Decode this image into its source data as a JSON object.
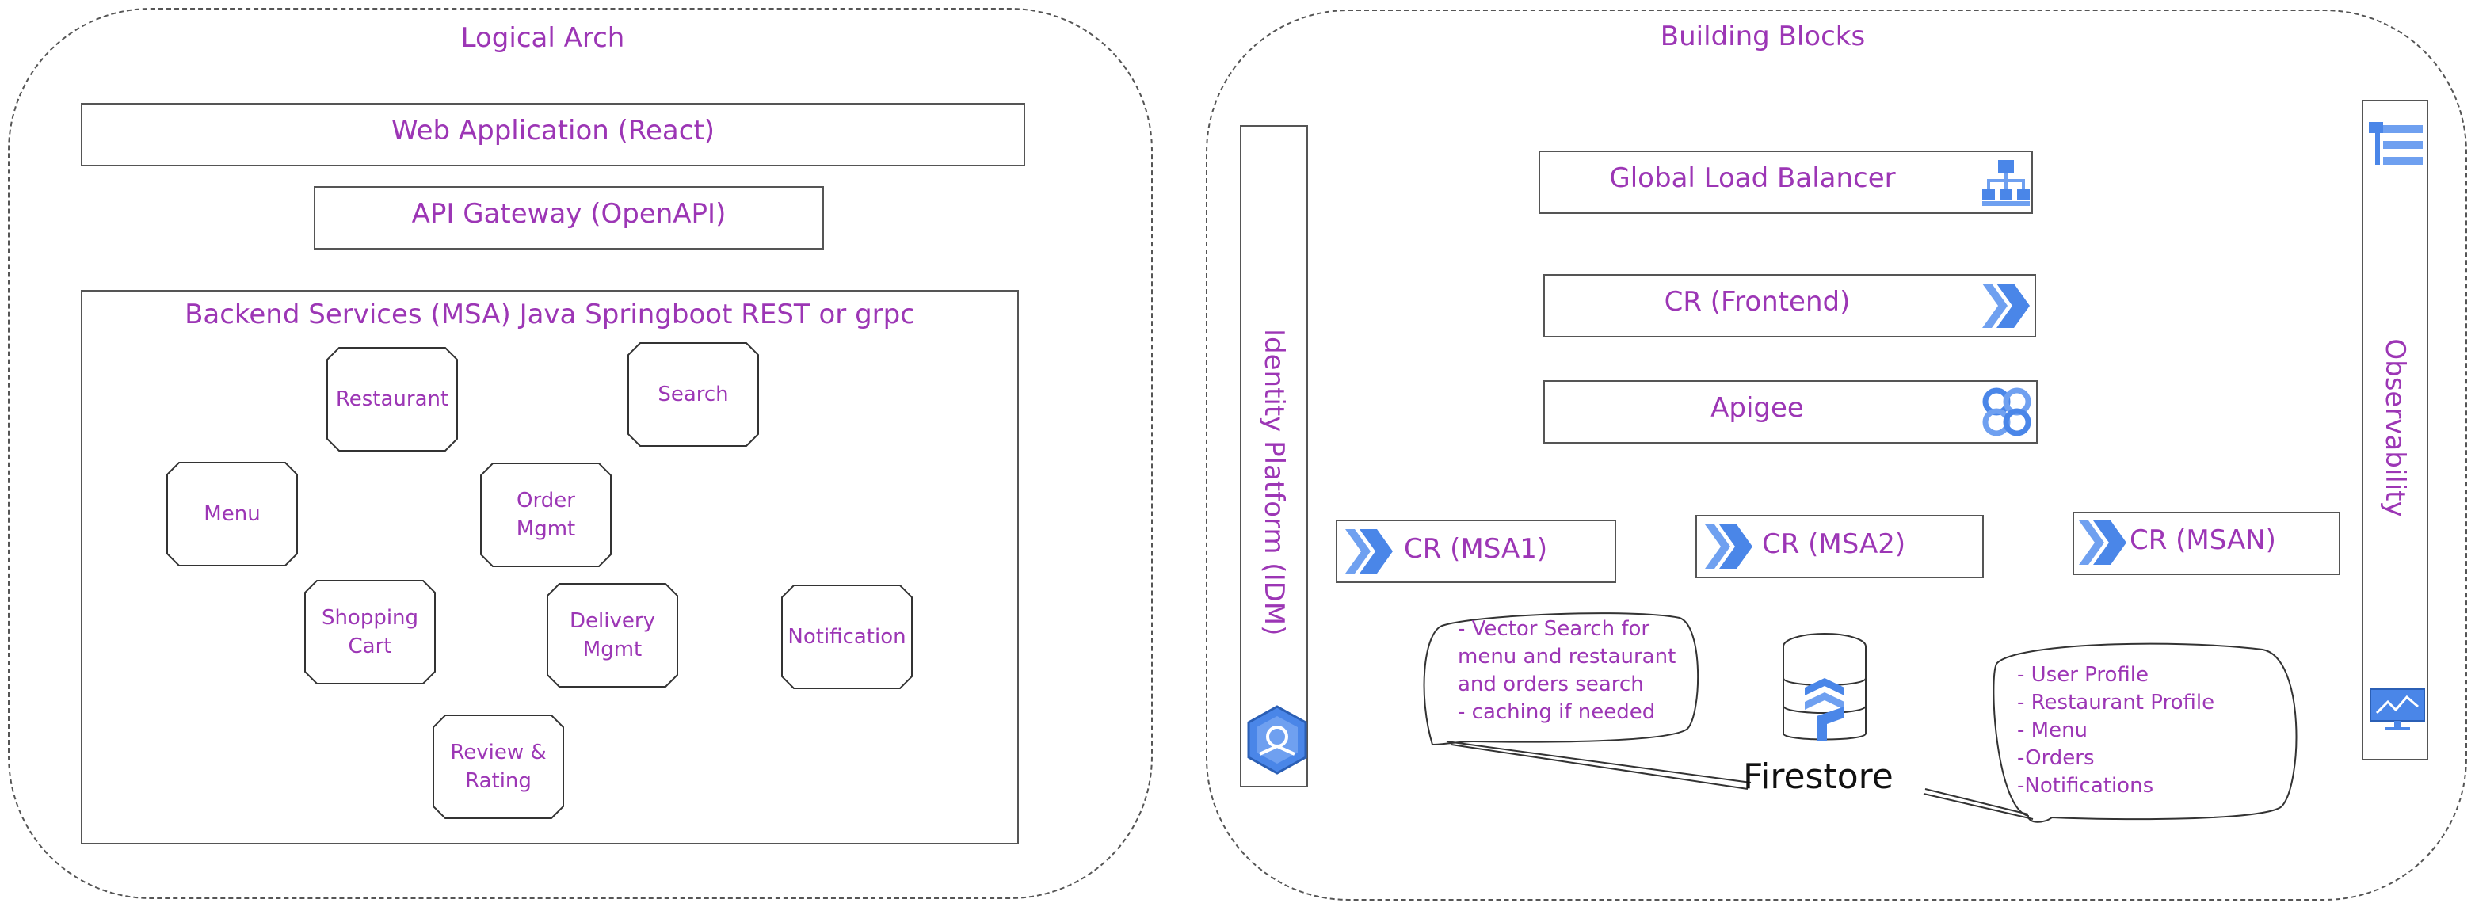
{
  "left_region": {
    "title": "Logical Arch",
    "web_app": "Web Application (React)",
    "api_gateway": "API Gateway (OpenAPI)",
    "backend": {
      "title": "Backend Services (MSA) Java Springboot REST or grpc",
      "services": {
        "restaurant": "Restaurant",
        "search": "Search",
        "menu": "Menu",
        "order_mgmt": "Order Mgmt",
        "shopping_cart": "Shopping Cart",
        "delivery_mgmt": "Delivery Mgmt",
        "notification": "Notification",
        "review_rating": "Review & Rating"
      }
    }
  },
  "right_region": {
    "title": "Building Blocks",
    "identity_platform": "Identity Platform (IDM)",
    "observability": "Observability",
    "load_balancer": "Global Load Balancer",
    "cr_frontend": "CR (Frontend)",
    "apigee": "Apigee",
    "cr_msa1": "CR (MSA1)",
    "cr_msa2": "CR (MSA2)",
    "cr_msan": "CR (MSAN)",
    "firestore": "Firestore",
    "note_left": "- Vector Search for\nmenu and restaurant\nand orders search\n- caching if needed",
    "note_right": "- User Profile\n- Restaurant Profile\n- Menu\n-Orders\n-Notifications"
  },
  "icons": {
    "load_balancer": "load-balancer-icon",
    "cloud_run": "cloud-run-icon",
    "apigee": "apigee-icon",
    "identity": "identity-platform-icon",
    "observability_top": "observability-icon",
    "observability_bottom": "monitoring-icon",
    "firestore": "firestore-icon"
  },
  "colors": {
    "text": "#9c36b5",
    "icon": "#4a86e8",
    "border": "#555555"
  }
}
